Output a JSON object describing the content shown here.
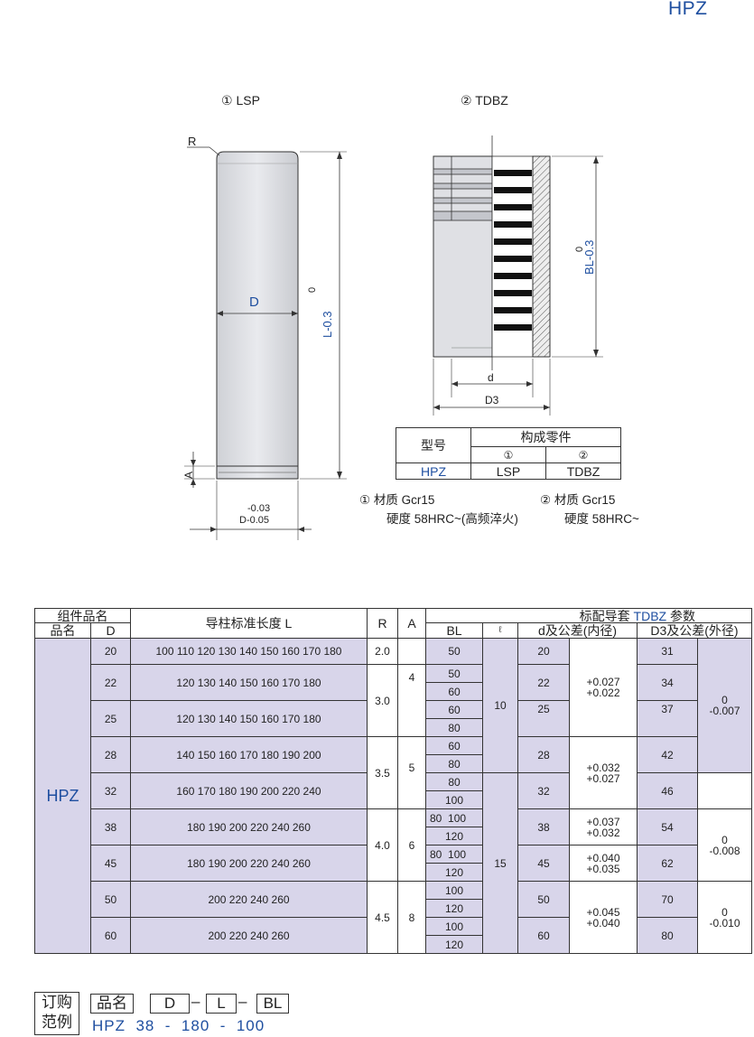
{
  "header": {
    "code": "HPZ"
  },
  "drawing": {
    "lsp_title": "① LSP",
    "tdbz_title": "② TDBZ",
    "lsp": {
      "r": "R",
      "d": "D",
      "tol_top": "0",
      "tol_bottom": "L-0.3",
      "a": "A",
      "d_tol_top": "-0.03",
      "d_tol_bottom": "D-0.05"
    },
    "tdbz": {
      "tol_top": "0",
      "tol_bottom": "BL-0.3",
      "d": "d",
      "d3": "D3"
    }
  },
  "composition": {
    "model_label": "型号",
    "parts_label": "构成零件",
    "part1_no": "①",
    "part2_no": "②",
    "model": "HPZ",
    "part1": "LSP",
    "part2": "TDBZ"
  },
  "materials": {
    "m1_line1": "① 材质  Gcr15",
    "m1_line2": "硬度  58HRC~(高频淬火)",
    "m2_line1": "② 材质  Gcr15",
    "m2_line2": "硬度  58HRC~"
  },
  "spec_table": {
    "headers": {
      "component": "组件品名",
      "name": "品名",
      "d": "D",
      "length": "导柱标准长度 L",
      "r": "R",
      "a": "A",
      "bushing_prefix": "标配导套 ",
      "bushing_code": "TDBZ",
      "bushing_suffix": " 参数",
      "bl": "BL",
      "l": "ℓ",
      "d_tol": "d及公差(内径)",
      "d3_tol": "D3及公差(外径)"
    },
    "name": "HPZ",
    "rows": [
      {
        "d": "20",
        "len": "100 110 120 130 140 150 160 170 180"
      },
      {
        "d": "22",
        "len": "120 130 140 150 160 170 180"
      },
      {
        "d": "25",
        "len": "120 130 140 150 160 170 180"
      },
      {
        "d": "28",
        "len": "140 150 160 170 180 190 200"
      },
      {
        "d": "32",
        "len": "160 170 180 190 200 220 240"
      },
      {
        "d": "38",
        "len": "180 190 200 220 240 260"
      },
      {
        "d": "45",
        "len": "180 190 200 220 240 260"
      },
      {
        "d": "50",
        "len": "200 220 240 260"
      },
      {
        "d": "60",
        "len": "200 220 240 260"
      }
    ],
    "r_values": [
      "2.0",
      "3.0",
      "3.5",
      "4.0",
      "4.5"
    ],
    "a_values": [
      "4",
      "5",
      "6",
      "8"
    ],
    "bl_values": [
      "50",
      "50",
      "60",
      "60",
      "80",
      "60",
      "80",
      "80",
      "100",
      "80  100",
      "120",
      "80  100",
      "120",
      "100",
      "120",
      "100",
      "120"
    ],
    "l_values": [
      "10",
      "15"
    ],
    "d_values": [
      "20",
      "22",
      "25",
      "28",
      "32",
      "38",
      "45",
      "50",
      "60"
    ],
    "d_tols": [
      {
        "up": "+0.027",
        "low": "+0.022"
      },
      {
        "up": "+0.032",
        "low": "+0.027"
      },
      {
        "up": "+0.037",
        "low": "+0.032"
      },
      {
        "up": "+0.040",
        "low": "+0.035"
      },
      {
        "up": "+0.045",
        "low": "+0.040"
      }
    ],
    "d3_values": [
      "31",
      "34",
      "37",
      "42",
      "46",
      "54",
      "62",
      "70",
      "80"
    ],
    "d3_tols": [
      {
        "up": "0",
        "low": "-0.007"
      },
      {
        "up": "0",
        "low": "-0.008"
      },
      {
        "up": "0",
        "low": "-0.010"
      }
    ]
  },
  "order": {
    "label1": "订购",
    "label2": "范例",
    "name": "品名",
    "b1": "D",
    "b2": "L",
    "b3": "BL",
    "dash": "–",
    "example": "HPZ  38  -  180  -  100"
  },
  "colors": {
    "accent": "#1f4fa0",
    "cell_fill": "#d8d5ea",
    "part_fill": "#e3e4e8"
  }
}
